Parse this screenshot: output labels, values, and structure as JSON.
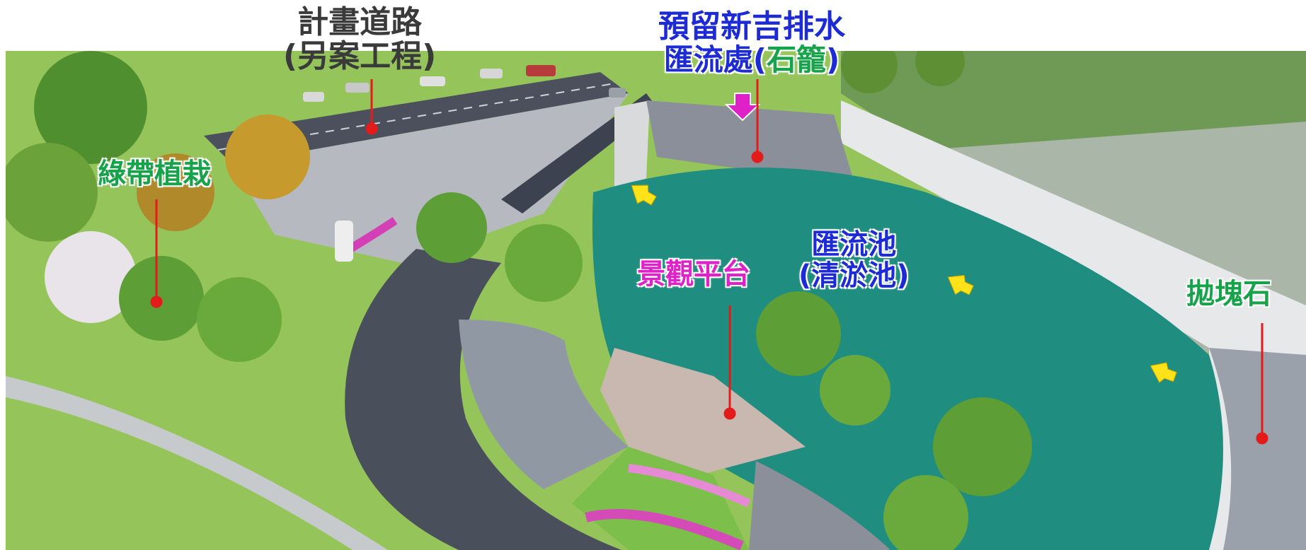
{
  "labels": {
    "planned_road_line1": "計畫道路",
    "planned_road_line2": "(另案工程)",
    "reserve_drain_line1": "預留新吉排水",
    "confluence_part1": "匯流處(",
    "confluence_part2": "石籠",
    "confluence_part3": ")",
    "green_belt": "綠帶植栽",
    "viewing_platform": "景觀平台",
    "confluence_pool_line1": "匯流池",
    "confluence_pool_line2": "(清淤池)",
    "riprap": "拋塊石"
  },
  "colors": {
    "water": "#1f8d80",
    "grass": "#8bc34a",
    "road": "#4a4f5c",
    "leader_line": "#e31b1b",
    "flow_arrow": "#ffe21a",
    "inflow_arrow": "#e020c8"
  }
}
